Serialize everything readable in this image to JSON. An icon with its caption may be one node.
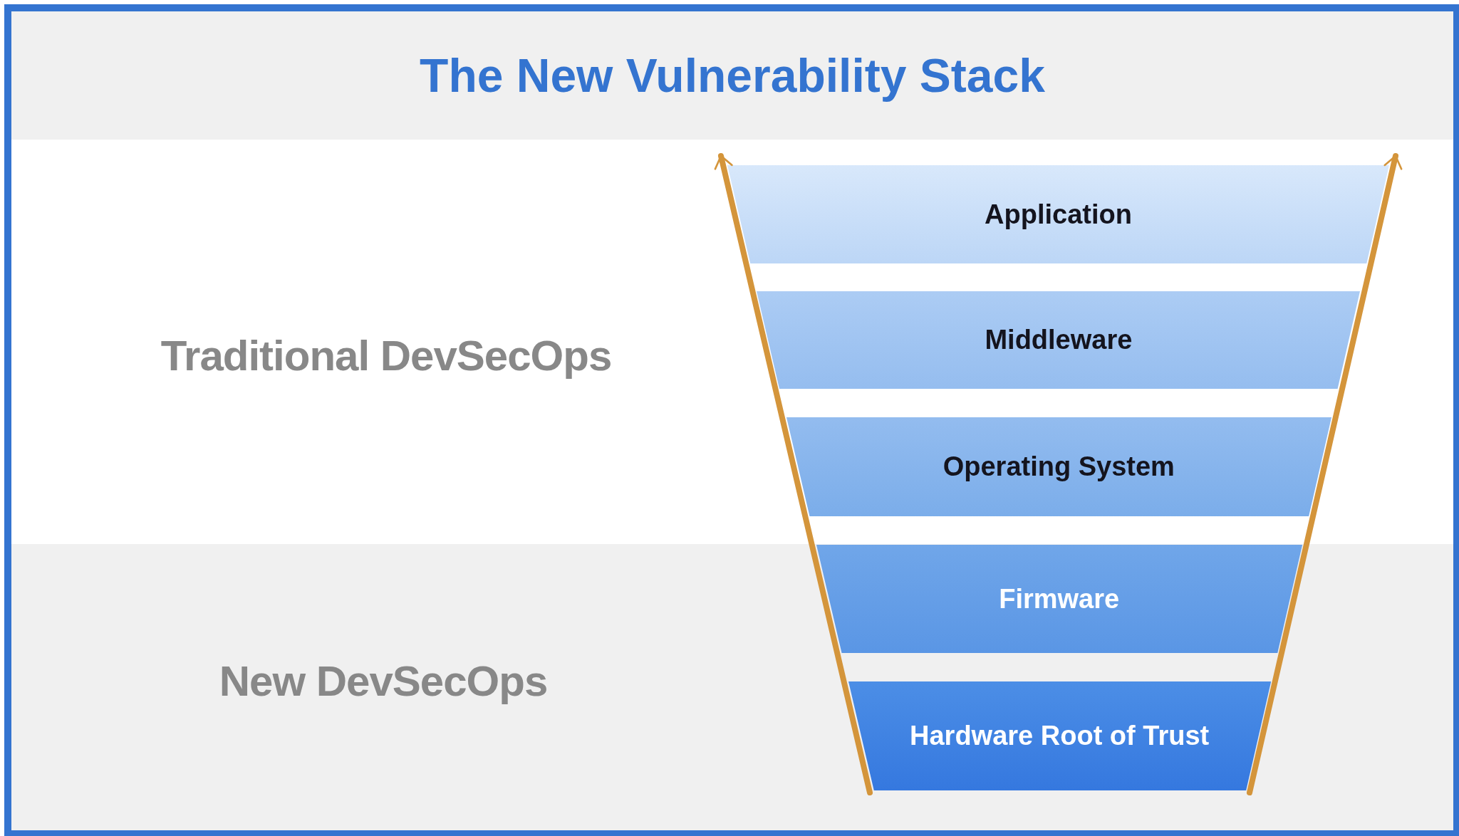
{
  "diagram": {
    "title": "The New Vulnerability Stack",
    "nodes": [
      {
        "text": [
          "Application"
        ]
      },
      {
        "text": [
          "Middleware"
        ]
      },
      {
        "text": [
          "Operating System"
        ]
      },
      {
        "text": [
          "Firmware"
        ]
      },
      {
        "text": [
          "Hardware Root of Trust"
        ]
      }
    ],
    "edges": [
      {
        "from": 4,
        "to": 0,
        "arrow": "to"
      },
      {
        "from": 4,
        "to": 0,
        "arrow": "to"
      }
    ],
    "labels": [
      "Traditional DevSecOps",
      "New DevSecOps"
    ]
  }
}
